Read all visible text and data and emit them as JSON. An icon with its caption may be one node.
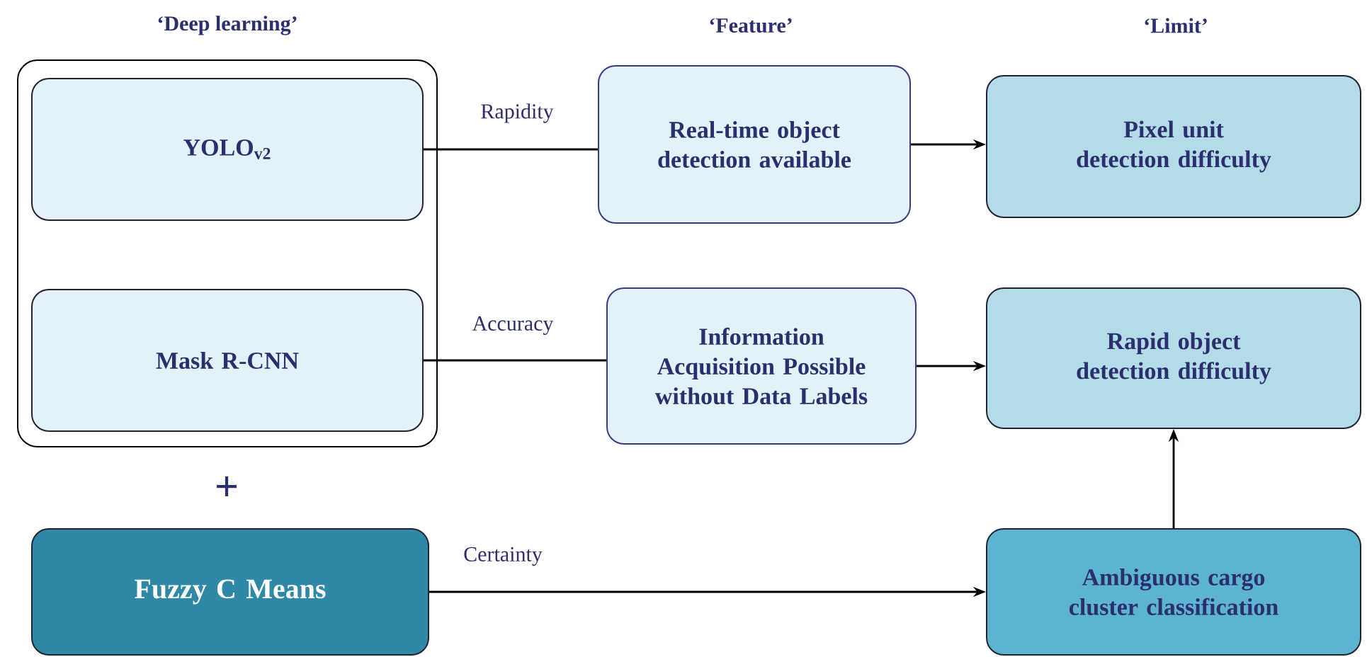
{
  "diagram": {
    "nodes": [
      {
        "text": [
          "‘Deep learning’"
        ]
      },
      {
        "text": [
          "YOLO$_{v2}$"
        ],
        "in": 0
      },
      {
        "text": [
          "Mask R-CNN"
        ],
        "in": 0
      },
      {
        "text": [
          "Fuzzy C Means"
        ]
      },
      {
        "text": [
          "Real-time object detection available"
        ]
      },
      {
        "text": [
          "Information Acquisition Possible without Data Labels"
        ]
      },
      {
        "text": [
          "Pixel unit detection difficulty"
        ]
      },
      {
        "text": [
          "Rapid object detection difficulty"
        ]
      },
      {
        "text": [
          "Ambiguous cargo cluster classification"
        ]
      }
    ],
    "edges": [
      {
        "from": 1,
        "to": 4,
        "arrow": "none",
        "label": "Rapidity"
      },
      {
        "from": 2,
        "to": 5,
        "arrow": "none",
        "label": "Accuracy"
      },
      {
        "from": 4,
        "to": 6,
        "arrow": "to"
      },
      {
        "from": 5,
        "to": 7,
        "arrow": "to"
      },
      {
        "from": 3,
        "to": 8,
        "arrow": "to",
        "label": "Certainty"
      },
      {
        "from": 8,
        "to": 7,
        "arrow": "to"
      }
    ],
    "labels": [
      "‘Feature’",
      "‘Limit’",
      "+"
    ]
  }
}
